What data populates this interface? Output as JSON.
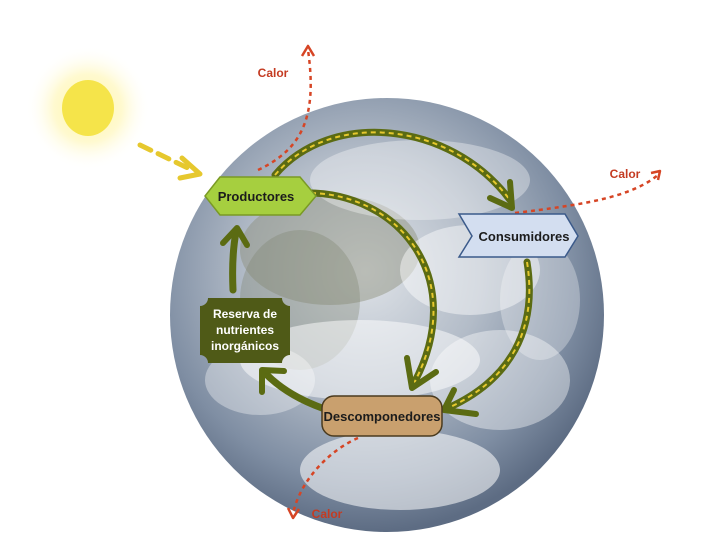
{
  "nodes": {
    "producers": "Productores",
    "consumers": "Consumidores",
    "decomposers": "Descomponedores",
    "reserve": [
      "Reserva de",
      "nutrientes",
      "inorgánicos"
    ]
  },
  "heat": {
    "top": "Calor",
    "right": "Calor",
    "bottom": "Calor"
  },
  "colors": {
    "energy_arrow": "#e6c82e",
    "nutrient_arrow": "#5b6b12",
    "heat_arrow": "#d64525",
    "heat_text": "#c43b22",
    "producers_fill": "#a6cf3f",
    "consumers_fill": "#d3def0",
    "decomposers_fill": "#c9a06e",
    "reserve_fill": "#4f5a17",
    "sun": "#f5e44a"
  }
}
